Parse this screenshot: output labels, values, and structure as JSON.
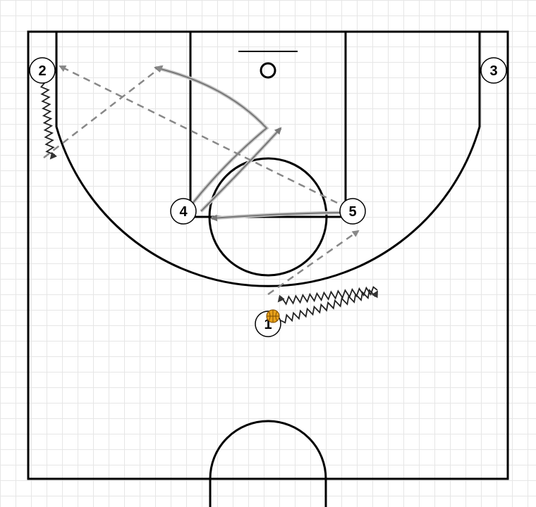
{
  "players": [
    {
      "id": "p1",
      "label": "1",
      "has_ball": true
    },
    {
      "id": "p2",
      "label": "2",
      "has_ball": false
    },
    {
      "id": "p3",
      "label": "3",
      "has_ball": false
    },
    {
      "id": "p4",
      "label": "4",
      "has_ball": false
    },
    {
      "id": "p5",
      "label": "5",
      "has_ball": false
    }
  ],
  "colors": {
    "court_lines": "#000000",
    "cut_line": "#777777",
    "pass_line": "#888888",
    "dribble_line": "#222222",
    "ball": "#e8a21b",
    "grid": "#e6e6e6"
  },
  "movements": [
    {
      "type": "cut",
      "player": "4"
    },
    {
      "type": "cut",
      "player": "5"
    },
    {
      "type": "dribble",
      "player": "1"
    },
    {
      "type": "dribble",
      "player": "2"
    },
    {
      "type": "pass",
      "from": "1",
      "to": "5"
    },
    {
      "type": "pass",
      "from": "5",
      "to": "2"
    }
  ]
}
